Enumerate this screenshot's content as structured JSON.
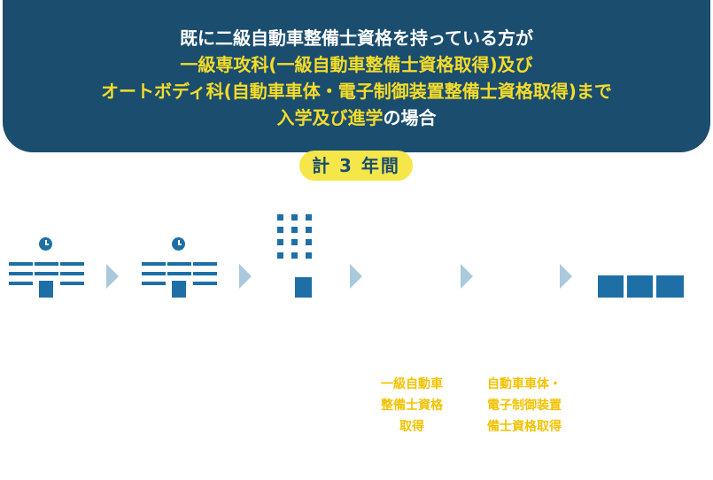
{
  "banner": {
    "line1": "既に二級自動車整備士資格を持っている方が",
    "line2": "一級専攻科(一級自動車整備士資格取得)及び",
    "line3": "オートボディ科(自動車車体・電子制御装置整備士資格取得)まで",
    "line4_highlight": "入学及び進学",
    "line4_rest": "の場合"
  },
  "badge": "計 3 年間",
  "captions": [
    "一級自動車\n整備士資格\n取得",
    "自動車車体・\n電子制御装置\n備士資格取得"
  ],
  "colors": {
    "banner": "#1a4d6e",
    "accent_yellow": "#f5dc2a",
    "icon_blue": "#1e6fa6",
    "arrow": "#aac9dc",
    "caption": "#f2c200"
  }
}
